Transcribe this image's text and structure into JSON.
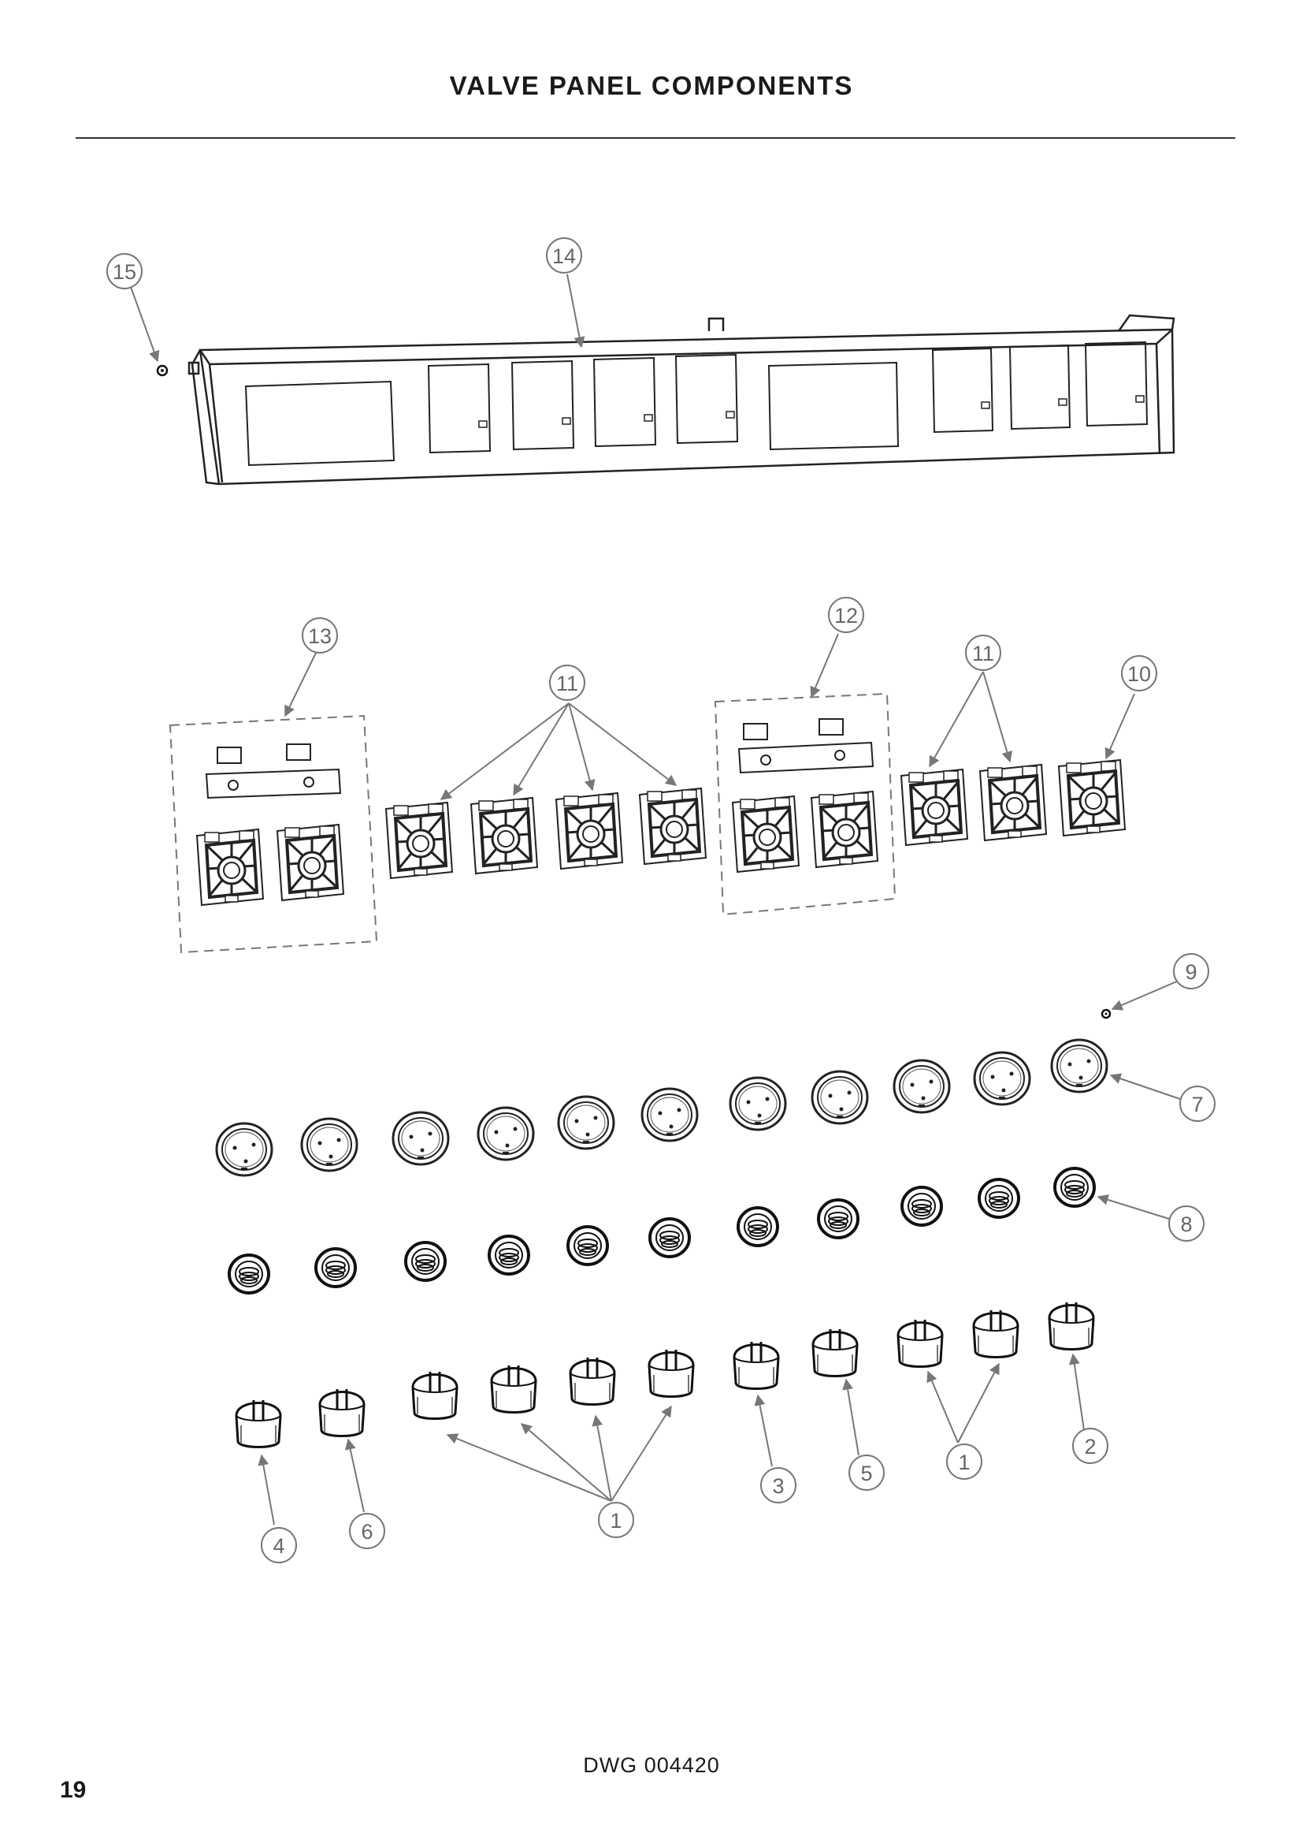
{
  "header": {
    "title": "VALVE PANEL COMPONENTS"
  },
  "footer": {
    "drawing_number": "DWG 004420",
    "page_number": "19"
  },
  "callouts": [
    {
      "id": "c15",
      "label": "15"
    },
    {
      "id": "c14",
      "label": "14"
    },
    {
      "id": "c13",
      "label": "13"
    },
    {
      "id": "c12",
      "label": "12"
    },
    {
      "id": "c11a",
      "label": "11"
    },
    {
      "id": "c11b",
      "label": "11"
    },
    {
      "id": "c10",
      "label": "10"
    },
    {
      "id": "c9",
      "label": "9"
    },
    {
      "id": "c7",
      "label": "7"
    },
    {
      "id": "c8",
      "label": "8"
    },
    {
      "id": "c2",
      "label": "2"
    },
    {
      "id": "c1a",
      "label": "1"
    },
    {
      "id": "c5",
      "label": "5"
    },
    {
      "id": "c3",
      "label": "3"
    },
    {
      "id": "c1b",
      "label": "1"
    },
    {
      "id": "c6",
      "label": "6"
    },
    {
      "id": "c4",
      "label": "4"
    }
  ]
}
